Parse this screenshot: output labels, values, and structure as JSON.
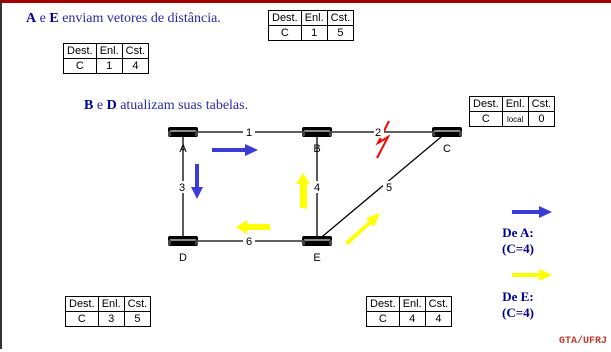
{
  "heading_top": {
    "node1": "A",
    "conj": " e ",
    "node2": "E",
    "rest": " enviam vetores de distância."
  },
  "heading_mid": {
    "node1": "B",
    "conj": " e ",
    "node2": "D",
    "rest": " atualizam suas tabelas."
  },
  "table_headers": {
    "dest": "Dest.",
    "enl": "Enl.",
    "cst": "Cst."
  },
  "tables": {
    "top_center": {
      "dest": "C",
      "enl": "1",
      "cst": "5"
    },
    "top_left": {
      "dest": "C",
      "enl": "1",
      "cst": "4"
    },
    "right_c": {
      "dest": "C",
      "enl": "local",
      "cst": "0"
    },
    "bottom_left": {
      "dest": "C",
      "enl": "3",
      "cst": "5"
    },
    "bottom_mid": {
      "dest": "C",
      "enl": "4",
      "cst": "4"
    }
  },
  "nodes": {
    "a": "A",
    "b": "B",
    "c": "C",
    "d": "D",
    "e": "E"
  },
  "links": {
    "ab": "1",
    "bc": "2",
    "ad": "3",
    "be": "4",
    "ec": "5",
    "de": "6"
  },
  "legend": {
    "a_title": "De A:",
    "a_cost": "(C=4)",
    "a_color": "#3b3bd6",
    "e_title": "De E:",
    "e_cost": "(C=4)",
    "e_color": "#ffff00"
  },
  "footer": "GTA/UFRJ",
  "colors": {
    "heading": "#2a2aa8",
    "link_break": "#ff0000"
  }
}
